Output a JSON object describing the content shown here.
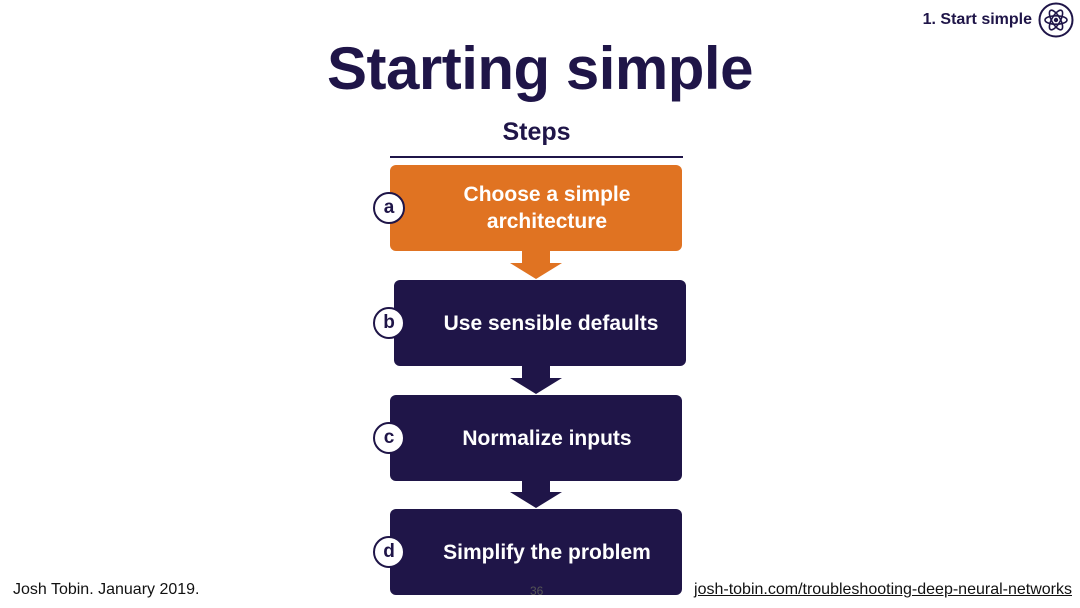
{
  "header": {
    "section_label": "1. Start simple",
    "section_icon": "atom-icon"
  },
  "title": "Starting simple",
  "steps": {
    "header": "Steps",
    "items": [
      {
        "letter": "a",
        "label": "Choose a simple architecture",
        "color": "#e07322"
      },
      {
        "letter": "b",
        "label": "Use sensible defaults",
        "color": "#1f1548"
      },
      {
        "letter": "c",
        "label": "Normalize inputs",
        "color": "#1f1548"
      },
      {
        "letter": "d",
        "label": "Simplify the problem",
        "color": "#1f1548"
      }
    ]
  },
  "footer": {
    "author": "Josh Tobin. January 2019.",
    "page_number": "36",
    "link": "josh-tobin.com/troubleshooting-deep-neural-networks"
  },
  "colors": {
    "navy": "#1f1548",
    "orange": "#e07322"
  }
}
